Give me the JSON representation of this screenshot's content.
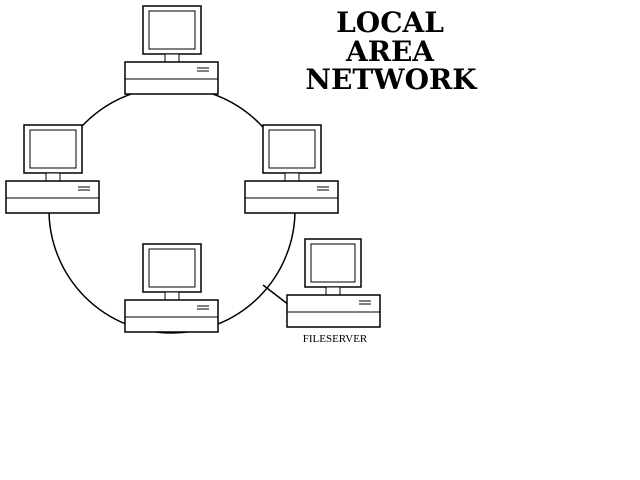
{
  "diagram": {
    "title_lines": [
      "LOCAL",
      "AREA",
      "NETWORK"
    ],
    "fileserver_label": "FILESERVER",
    "colors": {
      "line": "#000000",
      "background": "#ffffff"
    },
    "nodes": [
      {
        "id": "top",
        "icon": "computer-icon"
      },
      {
        "id": "left",
        "icon": "computer-icon"
      },
      {
        "id": "right",
        "icon": "computer-icon"
      },
      {
        "id": "bottom",
        "icon": "computer-icon"
      },
      {
        "id": "fileserver",
        "icon": "computer-icon"
      }
    ]
  }
}
